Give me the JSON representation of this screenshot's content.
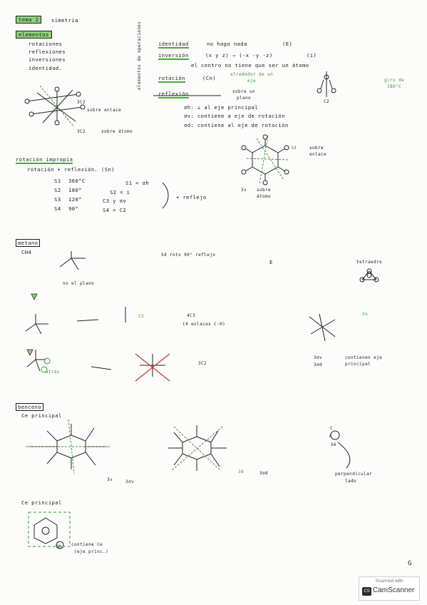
{
  "header": {
    "tag": "tema 2",
    "title": "simetría"
  },
  "elements_section": {
    "title": "elementos",
    "items": [
      "rotaciones",
      "reflexiones",
      "inversiones",
      "identidad."
    ]
  },
  "operations": {
    "vertical_label": "elementos de operaciones",
    "identity": {
      "name": "identidad",
      "desc": "no hago nada",
      "symbol": "(E)"
    },
    "inversion": {
      "name": "inversión",
      "formula": "(x y z) → (-x -y -z)",
      "symbol": "(i)",
      "desc": "el centro no tiene que ser un átomo"
    },
    "rotation": {
      "name": "rotación",
      "symbol": "(Cn)",
      "desc": "alrededor de un eje"
    },
    "reflection": {
      "name": "reflexión",
      "desc": "sobre un plano"
    },
    "planes": [
      "σh: ⊥ al eje principal",
      "σv: contiene a eje de rotación",
      "σd: contiene al eje de rotación"
    ],
    "c2_label": "C2",
    "giro_label": "giro de 180°C"
  },
  "left_molecule_labels": {
    "c2_links": "3C2",
    "sobre_enlace": "sobre enlace",
    "c2_atom": "3C2",
    "sobre_atomo": "sobre átomo"
  },
  "right_molecule_labels": {
    "sigma_d": "3d",
    "sobre_enlace": "sobre enlace",
    "sigma_v": "3v",
    "sobre_atomo": "sobre átomo"
  },
  "improper": {
    "title": "rotación impropia",
    "desc": "rotación + reflexión. (Sn)",
    "rows": [
      {
        "op": "S1",
        "val": "360°C",
        "eq": "S1 = σh"
      },
      {
        "op": "S2",
        "val": "180°",
        "eq": "S2 = i"
      },
      {
        "op": "S3",
        "val": "120°",
        "eq": "C3 y σv"
      },
      {
        "op": "S4",
        "val": "90°",
        "eq": "S4 = C2"
      }
    ],
    "result": "+ reflejo"
  },
  "methane": {
    "title": "metano",
    "formula": "CH4",
    "s4_desc": "S4  roto 90° reflejo",
    "e_label": "E",
    "tetra": "tetraedro",
    "no_plane": "no el plano",
    "c3_label": "C3",
    "c3_desc": "4C3",
    "c3_sub": "(4 enlaces C-H)",
    "sv_label": "3v",
    "atras": "atrás",
    "c2_desc": "3C2",
    "count_sv": "3σv",
    "count_sd": "3σd",
    "contain_axis": "contienen eje principal"
  },
  "benzene": {
    "title": "benceno",
    "principal_axis": "Ce principal",
    "label_sv1": "3v",
    "label_sv2": "3σv",
    "label_sd1": "3d",
    "label_sd2": "3σd",
    "c_label": "C",
    "c6_label": "6C2",
    "s6_label": "S6",
    "perp": "perpendicular",
    "lado": "lado",
    "principal_axis2": "Ce principal",
    "circle": "3h",
    "contains": "contiene Ce",
    "paren": "(eje princ.)"
  },
  "footer": {
    "page": "G",
    "scanned": "Scanned with",
    "brand": "CamScanner",
    "logo": "CS"
  }
}
